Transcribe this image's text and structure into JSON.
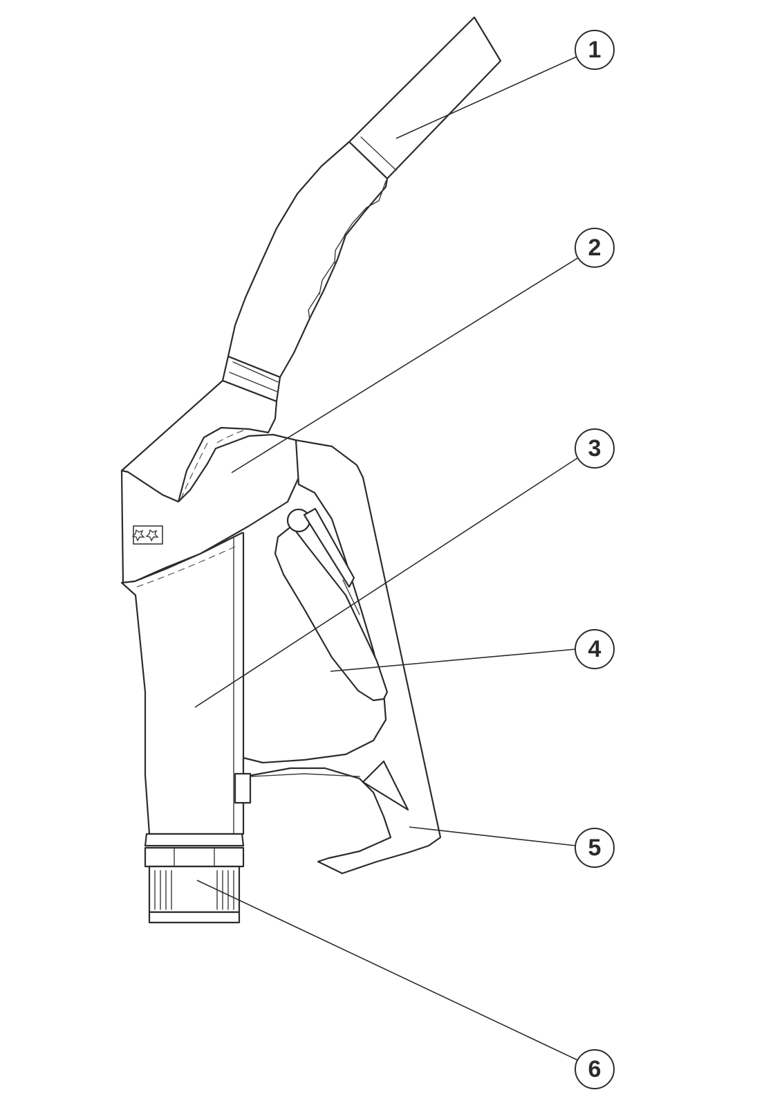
{
  "callouts": [
    {
      "id": 1,
      "label": "1"
    },
    {
      "id": 2,
      "label": "2"
    },
    {
      "id": 3,
      "label": "3"
    },
    {
      "id": 4,
      "label": "4"
    },
    {
      "id": 5,
      "label": "5"
    },
    {
      "id": 6,
      "label": "6"
    }
  ],
  "logo": {
    "icon": "stars-emblem-icon"
  },
  "colors": {
    "line": "#2b2b2b",
    "background": "#ffffff"
  }
}
